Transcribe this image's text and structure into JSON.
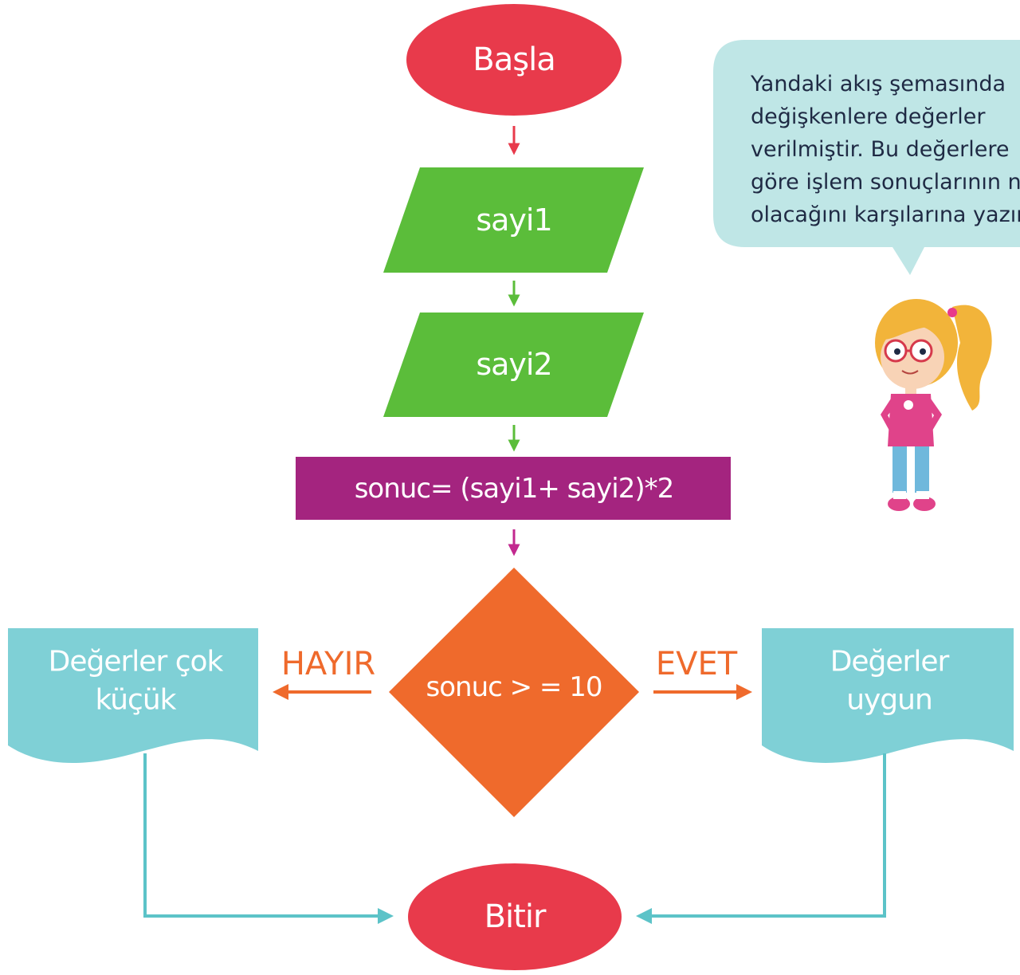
{
  "flowchart": {
    "start": "Başla",
    "input1": "sayi1",
    "input2": "sayi2",
    "process": "sonuc= (sayi1+ sayi2)*2",
    "decision": "sonuc > = 10",
    "no_label": "HAYIR",
    "yes_label": "EVET",
    "output_no": [
      "Değerler çok",
      "küçük"
    ],
    "output_yes": [
      "Değerler",
      "uygun"
    ],
    "end": "Bitir"
  },
  "speech_bubble": {
    "lines": [
      "Yandaki akış şemasında",
      "değişkenlere değerler",
      "verilmiştir. Bu değerlere",
      "göre işlem sonuçlarının ne",
      "olacağını karşılarına yazın"
    ]
  },
  "colors": {
    "terminal": "#e83a4b",
    "input": "#5bbd3a",
    "process": "#a4247f",
    "decision": "#ef6a2c",
    "output": "#7fd0d6",
    "bubble": "#bfe6e6",
    "connector": "#5cc3c8"
  }
}
